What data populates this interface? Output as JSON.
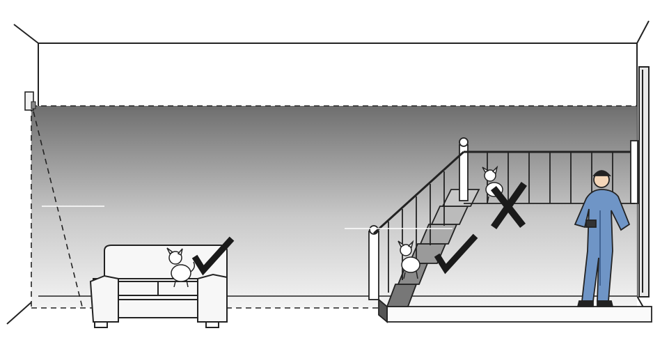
{
  "illustration": {
    "subject": "motion-sensor-pet-placement",
    "colors": {
      "line": "#222222",
      "zone_top": "#6e6e6e",
      "zone_bottom": "#f4f4f4",
      "person_suit": "#6f95c6",
      "person_suit_dark": "#3e5f8e",
      "mark": "#1a1a1a"
    },
    "zones": [
      {
        "location": "sofa",
        "status": "allowed",
        "icon": "check-mark-icon"
      },
      {
        "location": "stairs-lower",
        "status": "allowed",
        "icon": "check-mark-icon"
      },
      {
        "location": "stairs-upper",
        "status": "not-allowed",
        "icon": "x-mark-icon"
      }
    ]
  }
}
